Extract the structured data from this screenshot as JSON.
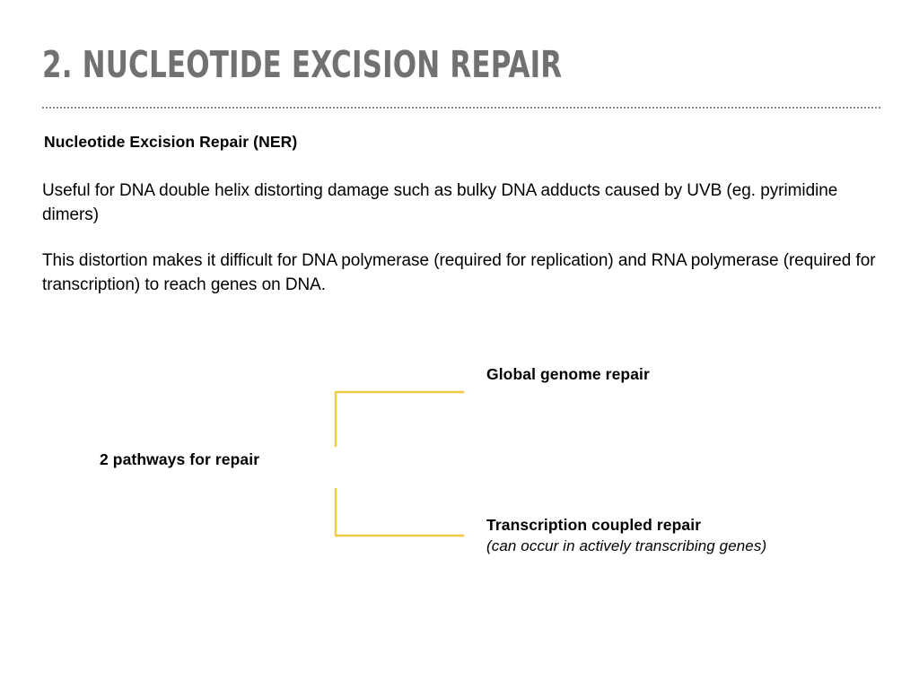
{
  "slide": {
    "title": "2. Nucleotide Excision Repair",
    "lead_heading": "Nucleotide Excision Repair (NER)",
    "paragraphs": [
      "Useful for DNA double helix distorting damage such as bulky DNA adducts caused by UVB (eg. pyrimidine dimers)",
      "This distortion makes it difficult for DNA polymerase (required for replication) and RNA polymerase (required for transcription) to reach genes on DNA."
    ]
  },
  "diagram": {
    "source_label": "2 pathways for repair",
    "branches": [
      {
        "label": "Global genome repair",
        "note": ""
      },
      {
        "label": "Transcription coupled repair",
        "note": "(can occur in actively transcribing genes)"
      }
    ],
    "bracket_color": "#EFCB48",
    "rule_color": "#878787",
    "title_color": "#717171"
  }
}
